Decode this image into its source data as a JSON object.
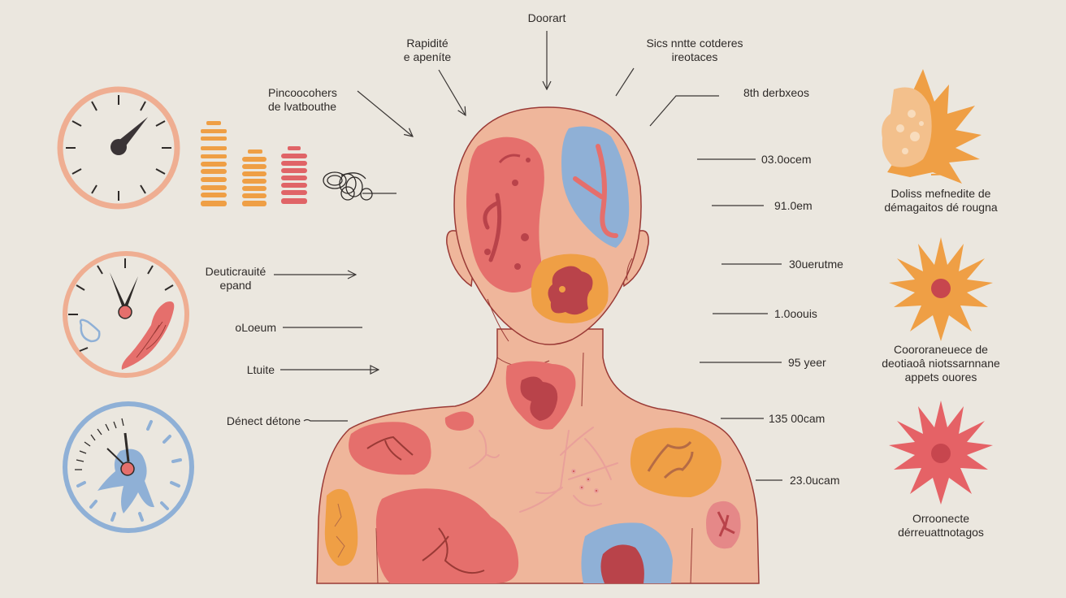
{
  "colors": {
    "background": "#ebe7df",
    "skin": "#efb69b",
    "outline": "#9a3a36",
    "red_patch": "#e56f6c",
    "dark_red": "#b9434a",
    "blue_patch": "#8fb0d6",
    "orange_patch": "#ef9f45",
    "clock_peach": "#efae92",
    "clock_blue": "#8fb0d6",
    "ink": "#2e2a28"
  },
  "top_labels": [
    {
      "id": "doorart",
      "lines": [
        "Doorart"
      ]
    },
    {
      "id": "rapidite",
      "lines": [
        "Rapidité",
        "e  apeníte"
      ]
    },
    {
      "id": "sics",
      "lines": [
        "Sics nntte cotderes",
        "ireotaces"
      ]
    },
    {
      "id": "pincoocohers",
      "lines": [
        "Pincoocohers",
        "de lvatbouthe"
      ]
    }
  ],
  "left_labels": [
    {
      "id": "deuticraute",
      "lines": [
        "Deuticrauité",
        "epand"
      ]
    },
    {
      "id": "oloeum",
      "lines": [
        "oLoeum"
      ]
    },
    {
      "id": "ltuite",
      "lines": [
        "Ltuite"
      ]
    },
    {
      "id": "denect",
      "lines": [
        "Dénect détone"
      ]
    }
  ],
  "right_measurements": [
    {
      "id": "m1",
      "text": "8th derbxeos"
    },
    {
      "id": "m2",
      "text": "03.0ocem"
    },
    {
      "id": "m3",
      "text": "91.0em"
    },
    {
      "id": "m4",
      "text": "30uerutme"
    },
    {
      "id": "m5",
      "text": "1.0oouis"
    },
    {
      "id": "m6",
      "text": "95 yeer"
    },
    {
      "id": "m7",
      "text": "135 00cam"
    },
    {
      "id": "m8",
      "text": "23.0ucam"
    }
  ],
  "side_captions": [
    {
      "id": "cap1",
      "lines": [
        "Doliss mefnedite de",
        "démagaitos dé rougna"
      ]
    },
    {
      "id": "cap2",
      "lines": [
        "Coororaneuece de",
        "deotiaoâ niotssarnnane",
        "appets ouores"
      ]
    },
    {
      "id": "cap3",
      "lines": [
        "Orroonecte",
        "dérreuattnotagos"
      ]
    }
  ],
  "icons": {
    "clock_1": "gauge-clock-icon",
    "clock_2": "organ-clock-icon",
    "clock_3": "figure-clock-icon",
    "bars": "level-bars-icon",
    "coil": "coiled-wire-icon",
    "burst_1": "orange-burst-virus-icon",
    "burst_2": "orange-starburst-icon",
    "burst_3": "red-starburst-icon"
  }
}
